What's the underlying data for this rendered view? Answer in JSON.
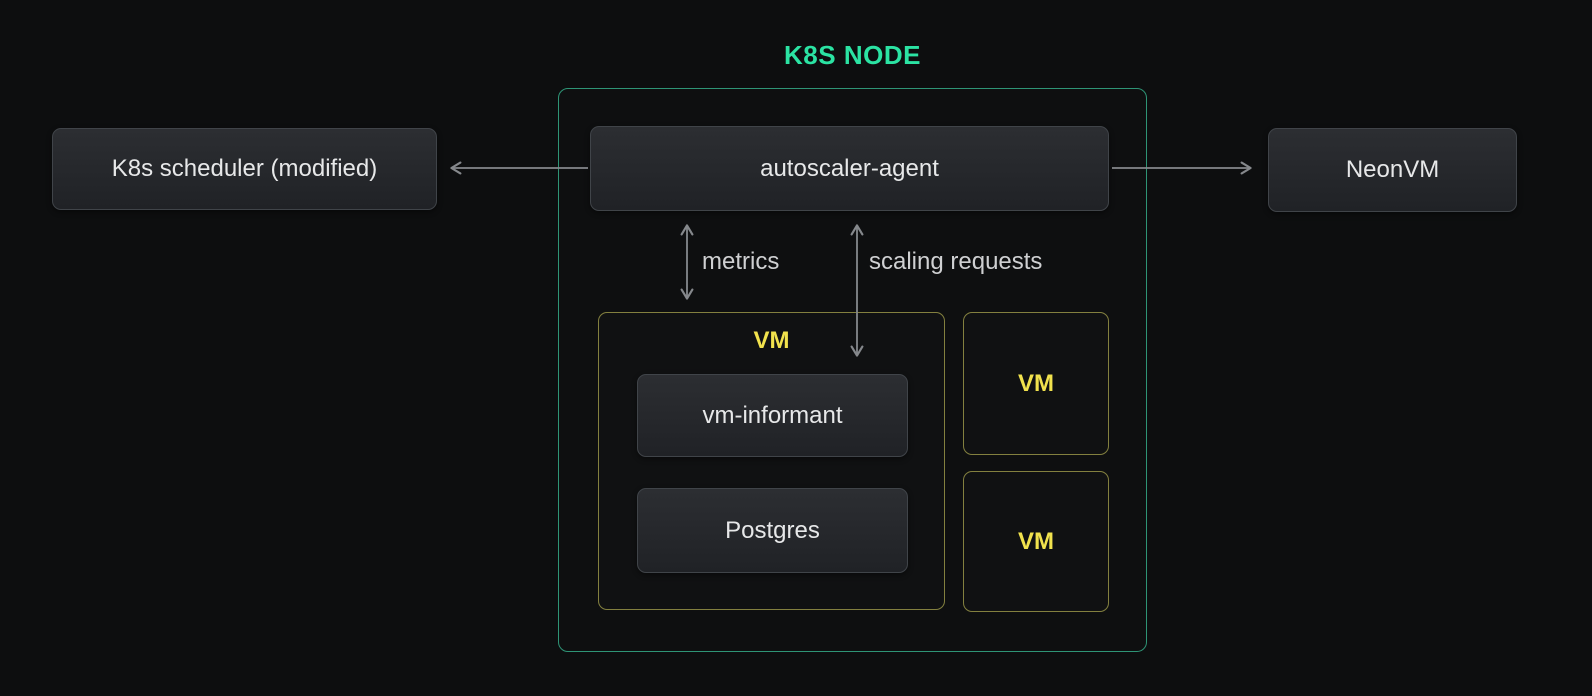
{
  "diagram": {
    "groups": {
      "k8s_node": {
        "label": "K8S NODE"
      },
      "vm_main": {
        "label": "VM"
      },
      "vm_second": {
        "label": "VM"
      },
      "vm_third": {
        "label": "VM"
      }
    },
    "nodes": {
      "k8s_scheduler": {
        "label": "K8s scheduler (modified)"
      },
      "autoscaler_agent": {
        "label": "autoscaler-agent"
      },
      "neonvm": {
        "label": "NeonVM"
      },
      "vm_informant": {
        "label": "vm-informant"
      },
      "postgres": {
        "label": "Postgres"
      }
    },
    "edges": {
      "autoscaler_to_scheduler": {
        "label": "",
        "direction": "left"
      },
      "autoscaler_to_neonvm": {
        "label": "",
        "direction": "right"
      },
      "metrics": {
        "label": "metrics",
        "direction": "bidirectional"
      },
      "scaling_requests": {
        "label": "scaling requests",
        "direction": "bidirectional"
      }
    },
    "colors": {
      "background": "#0d0e0f",
      "green_title": "#2be3a3",
      "green_border": "#2e9476",
      "yellow_label": "#f1e24d",
      "yellow_border": "#83803f",
      "node_fill_top": "#2c2e32",
      "node_fill_bottom": "#202226",
      "node_border": "#404449",
      "node_text": "#e7e8e9",
      "edge_line": "#85888c",
      "edge_label_text": "#cfd0d2"
    }
  }
}
